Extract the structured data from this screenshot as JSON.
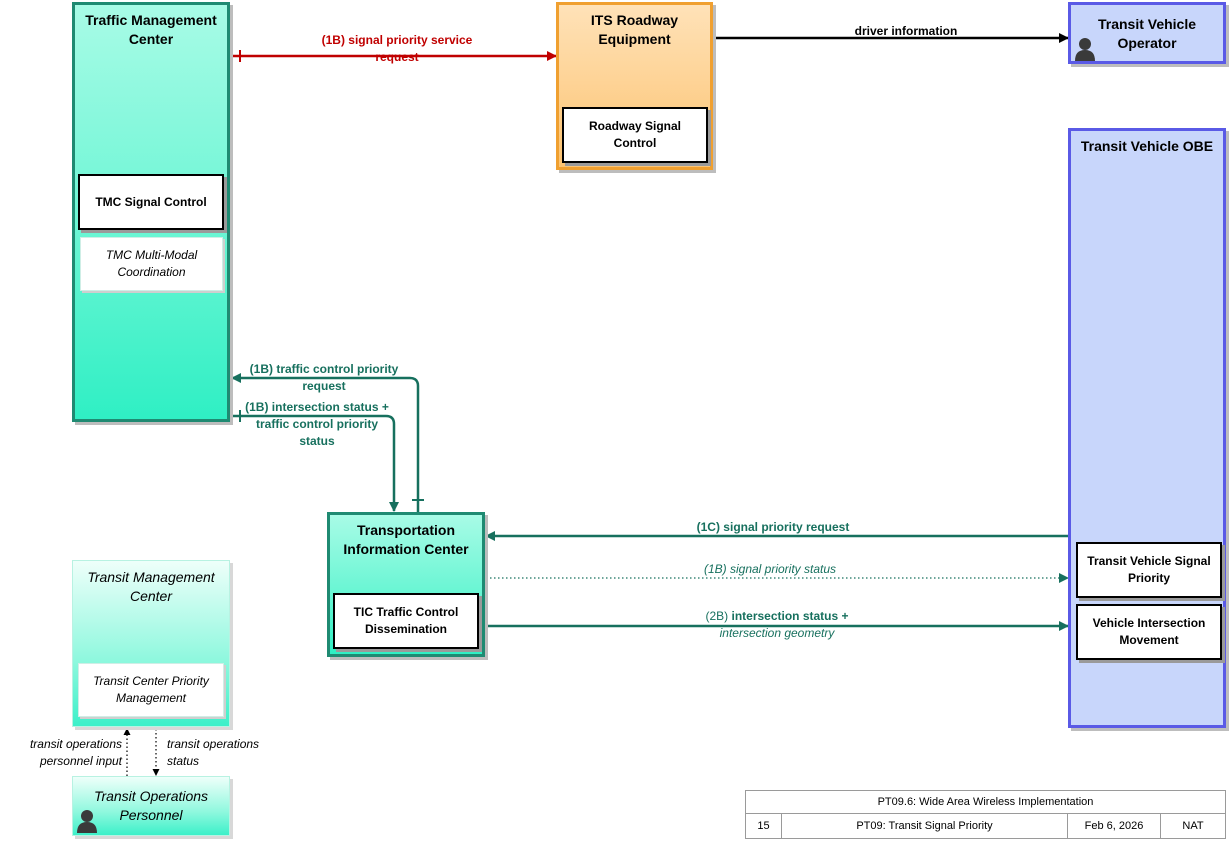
{
  "nodes": {
    "tmc": {
      "title_1": "Traffic Management",
      "title_2": "Center",
      "sub_signal": "TMC Signal Control",
      "sub_multimodal_1": "TMC Multi-Modal",
      "sub_multimodal_2": "Coordination"
    },
    "its": {
      "title_1": "ITS Roadway",
      "title_2": "Equipment",
      "sub_signal_1": "Roadway Signal",
      "sub_signal_2": "Control"
    },
    "operator": {
      "title_1": "Transit Vehicle",
      "title_2": "Operator"
    },
    "obe": {
      "title": "Transit Vehicle OBE",
      "sub_priority_1": "Transit Vehicle Signal",
      "sub_priority_2": "Priority",
      "sub_movement_1": "Vehicle Intersection",
      "sub_movement_2": "Movement"
    },
    "tic": {
      "title_1": "Transportation",
      "title_2": "Information Center",
      "sub_1": "TIC Traffic Control",
      "sub_2": "Dissemination"
    },
    "transit_mc": {
      "title_1": "Transit Management",
      "title_2": "Center",
      "sub_1": "Transit Center Priority",
      "sub_2": "Management"
    },
    "transit_ops": {
      "title_1": "Transit Operations",
      "title_2": "Personnel"
    }
  },
  "flows": {
    "signal_priority_service_request": {
      "line_1": "(1B) signal priority service",
      "line_2": "request",
      "color": "#c00000"
    },
    "driver_information": {
      "line_1": "driver information",
      "color": "#000000"
    },
    "traffic_control_priority_request": {
      "line_1": "(1B) traffic control priority",
      "line_2": "request",
      "color": "#17705e"
    },
    "intersection_status_tcp_status": {
      "line_1": "(1B) intersection status +",
      "line_2": "traffic control priority",
      "line_3": "status",
      "color": "#17705e"
    },
    "signal_priority_request": {
      "line_1": "(1C) signal priority request",
      "color": "#17705e"
    },
    "signal_priority_status": {
      "line_1": "(1B) signal priority status",
      "color": "#17705e"
    },
    "intersection_status_geometry": {
      "prefix": "(2B)",
      "line_1": "intersection status +",
      "line_2": "intersection geometry",
      "color": "#17705e"
    },
    "ops_personnel_input": {
      "line_1": "transit operations",
      "line_2": "personnel input"
    },
    "ops_status": {
      "line_1": "transit operations",
      "line_2": "status"
    }
  },
  "footer": {
    "title": "PT09.6: Wide Area Wireless Implementation",
    "page": "15",
    "subtitle": "PT09: Transit Signal Priority",
    "date": "Feb 6, 2026",
    "scope": "NAT"
  },
  "icons": {
    "person": "person-icon"
  }
}
